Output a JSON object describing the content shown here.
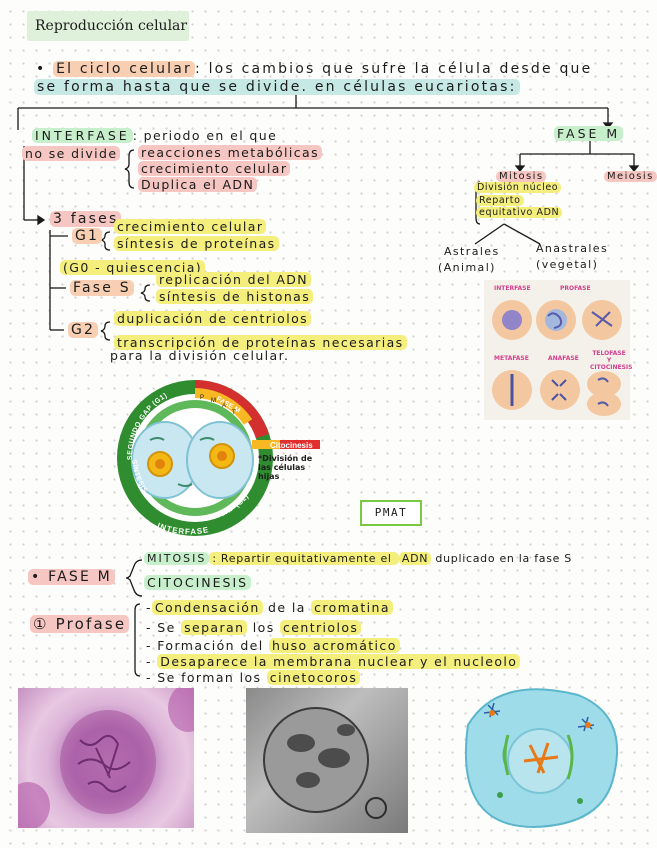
{
  "title": "Reproducción celular",
  "intro": {
    "bullet": "•",
    "term": "El ciclo celular",
    "rest1": ": los cambios que sufre la célula desde que",
    "rest2": "se forma hasta que se divide. en células eucariotas:"
  },
  "interfase": {
    "label": "INTERFASE",
    "def1": ": periodo en el que",
    "def2": "no se divide",
    "items": [
      "reacciones metabólicas",
      "crecimiento celular",
      "Duplica el ADN"
    ],
    "fases": "3 fases",
    "g1": "G1",
    "g1_items": [
      "crecimiento celular",
      "síntesis de proteínas"
    ],
    "g0": "(G0 - quiescencia)",
    "s": "Fase S",
    "s_items": [
      "replicación del ADN",
      "síntesis de histonas"
    ],
    "g2": "G2",
    "g2_items": [
      "duplicación de centriolos",
      "transcripción de proteínas necesarias",
      "para la división celular."
    ]
  },
  "fase_m": {
    "label": "FASE M",
    "mitosis": "Mitosis",
    "meiosis": "Meiosis",
    "mitosis_items": [
      "División núcleo",
      "Reparto",
      "equitativo ADN"
    ],
    "astrales": "Astrales",
    "animal": "(Animal)",
    "anastrales": "Anastrales",
    "vegetal": "(vegetal)"
  },
  "cycle_figure": {
    "g1": "SEGUNDO GAP (G1)",
    "s": "SÍNTESIS",
    "g2": "SEGUNDO GAP (G2)",
    "interfase": "INTERFASE",
    "fase_m": "FASE M",
    "p": "P",
    "m": "M",
    "a": "A",
    "t": "T",
    "citocinesis": "Citocinesis",
    "division": "*División de las células hijas"
  },
  "phases_figure": {
    "interfase": "INTERFASE",
    "profase": "PROFASE",
    "metafase": "METAFASE",
    "anafase": "ANAFASE",
    "telofase": "TELOFASE Y CITOCINESIS"
  },
  "pmat": "PMAT",
  "fase_m2": {
    "label": "• FASE M",
    "mitosis": "MITOSIS",
    "mitosis_def_a": ": Repartir equitativamente el ",
    "mitosis_def_adn": "ADN",
    "mitosis_def_b": " duplicado en la fase S",
    "citocinesis": "CITOCINESIS"
  },
  "profase": {
    "label": "① Profase",
    "items": [
      [
        "-",
        "Condensación",
        " de la ",
        "cromatina"
      ],
      [
        "- Se ",
        "separan",
        " los ",
        "centriolos"
      ],
      [
        "- Formación del ",
        "huso acromático",
        "",
        ""
      ],
      [
        "- ",
        "Desaparece la membrana nuclear y el nucleolo",
        "",
        ""
      ],
      [
        "- Se forman los ",
        "cinetocoros",
        "",
        ""
      ]
    ]
  },
  "colors": {
    "orange": "#f9cfb3",
    "pink": "#f6c6c2",
    "yellow": "#f4ee7c",
    "green": "#c8efcc",
    "teal": "#c6e9e5",
    "pmat_border": "#7ac943"
  }
}
